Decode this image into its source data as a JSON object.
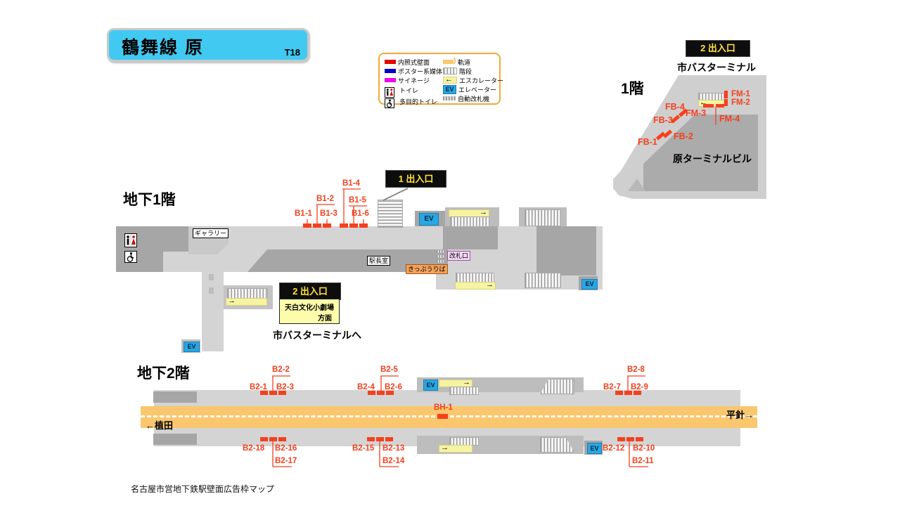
{
  "header": {
    "title": "鶴舞線  原",
    "badge": "T18"
  },
  "legend": {
    "left": [
      {
        "icon": "red-swatch",
        "label": "内照式壁面"
      },
      {
        "icon": "blue-swatch",
        "label": "ポスター系媒体"
      },
      {
        "icon": "magenta-swatch",
        "label": "サイネージ"
      },
      {
        "icon": "toilet",
        "label": "トイレ"
      },
      {
        "icon": "accessible-toilet",
        "label": "多目的トイレ"
      }
    ],
    "right": [
      {
        "icon": "track",
        "label": "軌道"
      },
      {
        "icon": "stairs",
        "label": "階段"
      },
      {
        "icon": "escalator",
        "label": "エスカレーター"
      },
      {
        "icon": "elevator",
        "label": "エレベーター"
      },
      {
        "icon": "ticket-gate",
        "label": "自動改札機"
      }
    ]
  },
  "labels": {
    "ev": "EV"
  },
  "icons": {
    "arrow_right": "→",
    "arrow_left": "←"
  },
  "f1": {
    "name": "1階",
    "exit_badge": "2 出入口",
    "bus_terminal": "市バスターミナル",
    "building": "原ターミナルビル",
    "fb": [
      "FB-1",
      "FB-2",
      "FB-3",
      "FB-4"
    ],
    "fm": [
      "FM-1",
      "FM-2",
      "FM-3",
      "FM-4"
    ]
  },
  "b1": {
    "name": "地下1階",
    "exit1_badge": "1 出入口",
    "exit2_badge": "2 出入口",
    "exit2_note1": "天白文化小劇場",
    "exit2_note2": "方面",
    "to_bus": "市バスターミナルへ",
    "gallery": "ギャラリー",
    "office": "駅長室",
    "ticket": "きっぷうりば",
    "gate": "改札口",
    "slots": [
      "B1-1",
      "B1-2",
      "B1-3",
      "B1-4",
      "B1-5",
      "B1-6"
    ]
  },
  "b2": {
    "name": "地下2階",
    "dir_left": "←植田",
    "dir_right": "平針→",
    "bh": "BH-1",
    "slots_top": [
      "B2-1",
      "B2-2",
      "B2-3",
      "B2-4",
      "B2-5",
      "B2-6",
      "B2-7",
      "B2-8",
      "B2-9"
    ],
    "slots_bottom": [
      "B2-10",
      "B2-11",
      "B2-12",
      "B2-13",
      "B2-14",
      "B2-15",
      "B2-16",
      "B2-17",
      "B2-18"
    ]
  },
  "footer": "名古屋市営地下鉄駅壁面広告枠マップ",
  "colors": {
    "accent_red": "#f5401e",
    "track_orange": "#fac76e",
    "title_cyan": "#41c9f2",
    "legend_border": "#f5a83c",
    "escalator_yellow": "#f6f3a3",
    "elevator_blue": "#2aa6e2"
  }
}
